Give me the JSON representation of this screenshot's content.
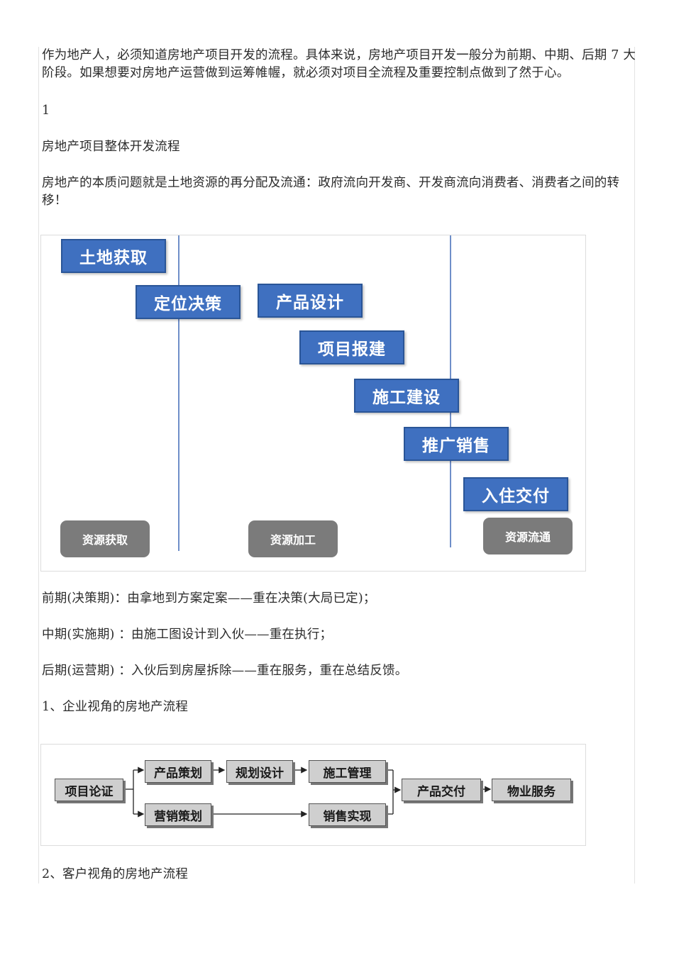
{
  "paragraphs": {
    "intro": "作为地产人，必须知道房地产项目开发的流程。具体来说，房地产项目开发一般分为前期、中期、后期 7 大阶段。如果想要对房地产运营做到运筹帷幄，就必须对项目全流程及重要控制点做到了然于心。",
    "number": "1",
    "section_title": "房地产项目整体开发流程",
    "essence": "房地产的本质问题就是土地资源的再分配及流通：政府流向开发商、开发商流向消费者、消费者之间的转移！",
    "early": "前期(决策期)：由拿地到方案定案——重在决策(大局已定)；",
    "middle": "中期(实施期) ：由施工图设计到入伙——重在执行；",
    "late": "后期(运营期) ：入伙后到房屋拆除——重在服务，重在总结反馈。",
    "enterprise_heading": "1、企业视角的房地产流程",
    "customer_heading": "2、客户视角的房地产流程"
  },
  "figure1": {
    "stages": [
      "土地获取",
      "定位决策",
      "产品设计",
      "项目报建",
      "施工建设",
      "推广销售",
      "入住交付"
    ],
    "phases": [
      "资源获取",
      "资源加工",
      "资源流通"
    ],
    "colors": {
      "stage_fill": "#3f70c0",
      "phase_fill": "#7b7b7b",
      "separator": "#6f8fc9"
    }
  },
  "figure2": {
    "nodes": {
      "start": "项目论证",
      "product_plan": "产品策划",
      "design": "规划设计",
      "construction": "施工管理",
      "marketing": "营销策划",
      "sales": "销售实现",
      "delivery": "产品交付",
      "property": "物业服务"
    }
  }
}
